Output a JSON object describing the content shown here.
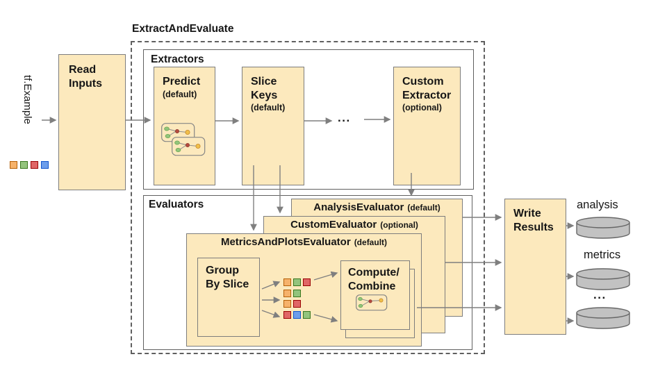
{
  "colors": {
    "box_fill": "#FCE9BD",
    "box_border": "#7d7d7d",
    "container_border": "#5f5f5f",
    "arrow": "#7f7f7f",
    "cylinder_fill": "#C2C2C2",
    "cylinder_stroke": "#666666",
    "node_green": "#93C47D",
    "node_green_stroke": "#6AA84F",
    "node_red": "#B64A3E",
    "node_red_stroke": "#8F3A30",
    "node_yellow": "#F0C04A",
    "node_yellow_stroke": "#C8882B",
    "square_orange": "#F6B26B",
    "square_orange_border": "#B45F06",
    "square_green": "#93C47D",
    "square_green_border": "#38761D",
    "square_red": "#E06666",
    "square_red_border": "#990000",
    "square_blue": "#6D9EEB",
    "square_blue_border": "#1155CC"
  },
  "input": {
    "label": "tf.Example",
    "legend_squares": [
      "orange",
      "green",
      "red",
      "blue"
    ]
  },
  "nodes": {
    "read_inputs": "Read\nInputs",
    "write_results": "Write\nResults"
  },
  "pipeline": {
    "title": "ExtractAndEvaluate",
    "extractors": {
      "title": "Extractors",
      "predict_name": "Predict",
      "predict_qualifier": "(default)",
      "slice_keys_name": "Slice\nKeys",
      "slice_keys_qualifier": "(default)",
      "ellipsis": "...",
      "custom_name": "Custom\nExtractor",
      "custom_qualifier": "(optional)"
    },
    "evaluators": {
      "title": "Evaluators",
      "analysis_name": "AnalysisEvaluator",
      "analysis_qualifier": "(default)",
      "custom_name": "CustomEvaluator",
      "custom_qualifier": "(optional)",
      "metrics_plots_name": "MetricsAndPlotsEvaluator",
      "metrics_plots_qualifier": "(default)",
      "group_by_slice": "Group\nBy Slice",
      "compute_combine": "Compute/\nCombine",
      "slice_rows": [
        [
          "orange",
          "green",
          "red"
        ],
        [
          "orange",
          "green"
        ],
        [
          "orange",
          "red"
        ],
        [
          "red",
          "blue",
          "green"
        ]
      ]
    }
  },
  "outputs": [
    {
      "label": "analysis"
    },
    {
      "label": "metrics"
    },
    {
      "label": "..."
    }
  ]
}
